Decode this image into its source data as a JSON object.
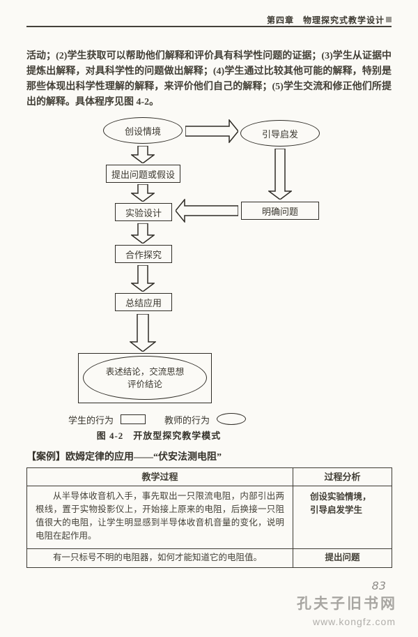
{
  "header": {
    "chapter_title": "第四章　物理探究式教学设计"
  },
  "body": {
    "paragraph": "活动；(2)学生获取可以帮助他们解释和评价具有科学性问题的证据；(3)学生从证据中提炼出解释，对具科学性的问题做出解释；(4)学生通过比较其他可能的解释，特别是那些体现出科学性理解的解释，来评价他们自己的解释；(5)学生交流和修正他们所提出的解释。具体程序见图 4-2。"
  },
  "flowchart": {
    "nodes": {
      "create_situation": "创设情境",
      "guide_inspire": "引导启发",
      "propose_question": "提出问题或假设",
      "experiment_design": "实验设计",
      "clarify_question": "明确问题",
      "cooperative_inquiry": "合作探究",
      "summary_application": "总结应用",
      "conclusion_line1": "表述结论，交流思想",
      "conclusion_line2": "评价结论"
    },
    "legend": {
      "student_label": "学生的行为",
      "teacher_label": "教师的行为"
    },
    "caption": "图 4-2　开放型探究教学模式"
  },
  "case_section": {
    "title": "【案例】欧姆定律的应用——“伏安法测电阻”"
  },
  "table": {
    "headers": [
      "教学过程",
      "过程分析"
    ],
    "rows": [
      {
        "process": "从半导体收音机入手，事先取出一只限流电阻，内部引出两根线，置于实物投影仪上，开始接上原来的电阻，后换接一只阻值很大的电阻，让学生明显感到半导体收音机音量的变化，说明电阻在起作用。",
        "analysis": "创设实验情境，引导启发学生"
      },
      {
        "process": "有一只标号不明的电阻器，如何才能知道它的电阻值。",
        "analysis": "提出问题"
      }
    ]
  },
  "watermark": {
    "handwritten_number": "83",
    "site_name": "孔夫子旧书网",
    "site_url": "www.kongfz.com"
  },
  "colors": {
    "ink": "#3a372f",
    "line": "#2e2b25",
    "watermark_gray": "#a8a6a2"
  }
}
